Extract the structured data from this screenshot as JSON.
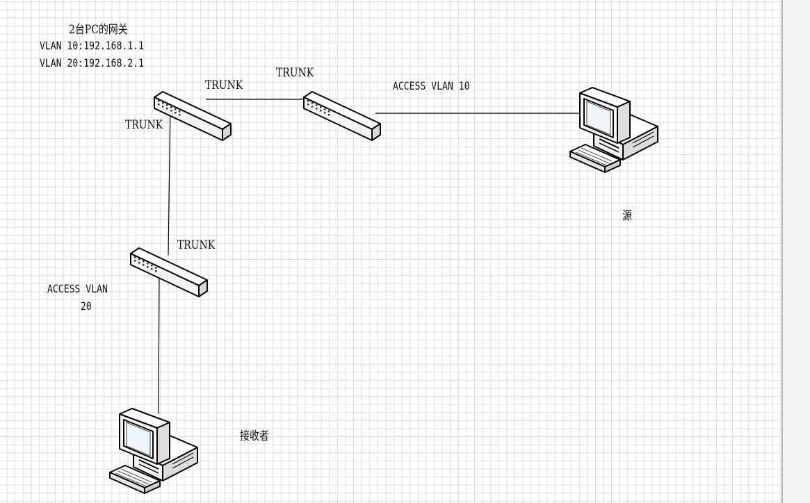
{
  "gateway": {
    "title": "2台PC的网关",
    "line1": "VLAN 10:192.168.1.1",
    "line2": "VLAN 20:192.168.2.1"
  },
  "links": {
    "trunk_core_left": "TRUNK",
    "trunk_core_right": "TRUNK",
    "trunk_core_down": "TRUNK",
    "trunk_access_up": "TRUNK",
    "access_vlan10": "ACCESS VLAN 10",
    "access_vlan20_line1": "ACCESS VLAN",
    "access_vlan20_line2": "20"
  },
  "nodes": {
    "source_label": "源",
    "receiver_label": "接收者"
  }
}
